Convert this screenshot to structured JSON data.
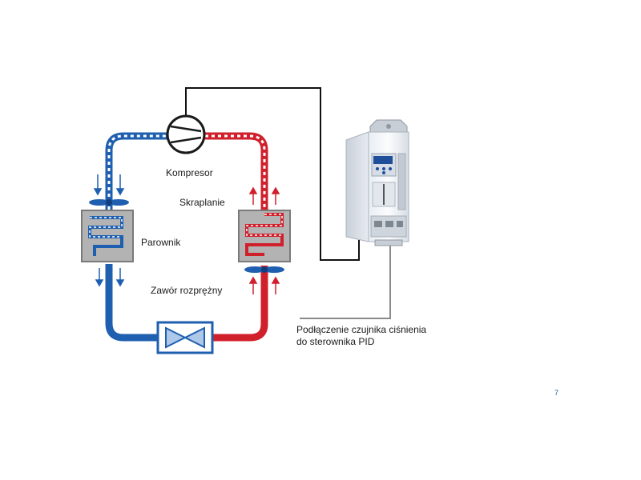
{
  "labels": {
    "compressor": "Kompresor",
    "condenser": "Skraplanie",
    "evaporator": "Parownik",
    "expansion_valve": "Zawór rozprężny"
  },
  "sensor_note": {
    "line1": "Podłączenie czujnika ciśnienia",
    "line2": "do sterownika PID"
  },
  "page_number": "7",
  "colors": {
    "cold": "#1f5fb0",
    "hot": "#d0202c",
    "unit_fill": "#b3b3b3",
    "wire": "#111111"
  }
}
